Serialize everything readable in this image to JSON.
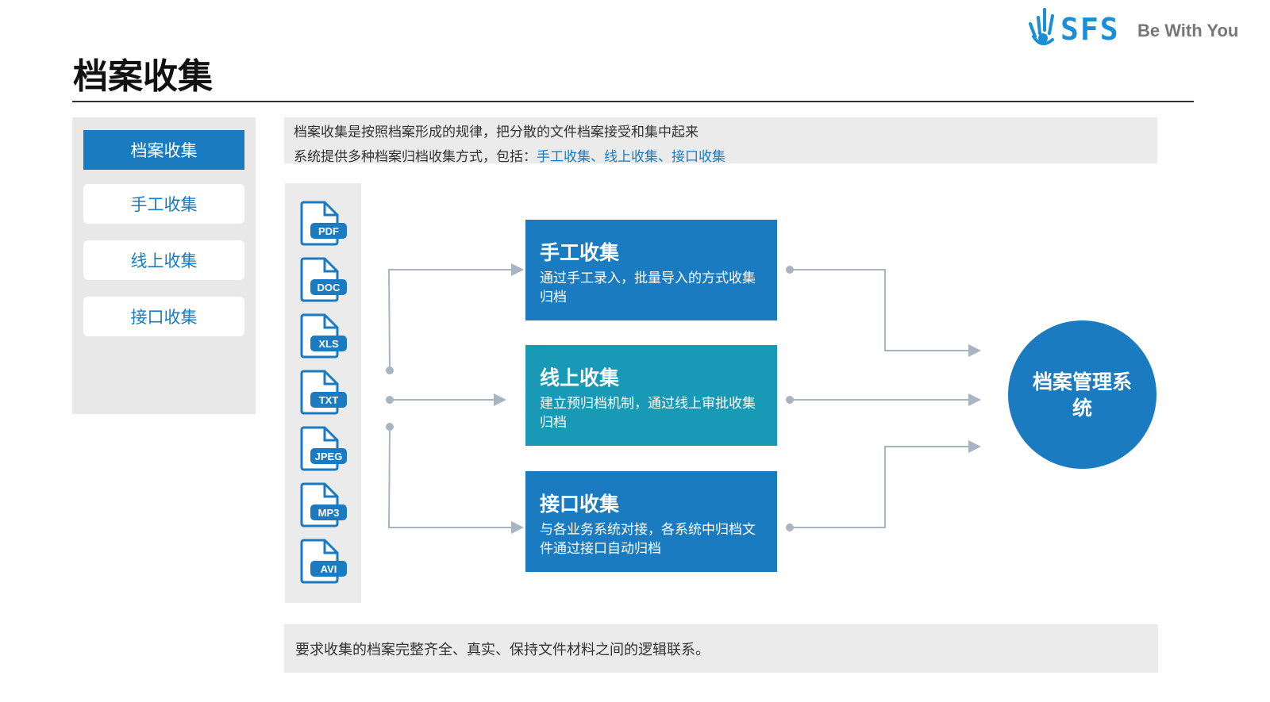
{
  "header": {
    "title": "档案收集",
    "brand": "SFS",
    "slogan": "Be With You"
  },
  "sidebar": {
    "items": [
      {
        "label": "档案收集"
      },
      {
        "label": "手工收集"
      },
      {
        "label": "线上收集"
      },
      {
        "label": "接口收集"
      }
    ]
  },
  "intro": {
    "line1": "档案收集是按照档案形成的规律，把分散的文件档案接受和集中起来",
    "line2_prefix": "系统提供多种档案归档收集方式，包括：",
    "line2_highlight": "手工收集、线上收集、接口收集"
  },
  "file_types": [
    "PDF",
    "DOC",
    "XLS",
    "TXT",
    "JPEG",
    "MP3",
    "AVI"
  ],
  "methods": [
    {
      "title": "手工收集",
      "desc": "通过手工录入，批量导入的方式收集归档"
    },
    {
      "title": "线上收集",
      "desc": "建立预归档机制，通过线上审批收集归档"
    },
    {
      "title": "接口收集",
      "desc": "与各业务系统对接，各系统中归档文件通过接口自动归档"
    }
  ],
  "target": {
    "label": "档案管理系统"
  },
  "footer": {
    "note": "要求收集的档案完整齐全、真实、保持文件材料之间的逻辑联系。"
  },
  "colors": {
    "blue": "#1a7bc0",
    "teal": "#1899b5",
    "panel": "#ebebeb"
  }
}
